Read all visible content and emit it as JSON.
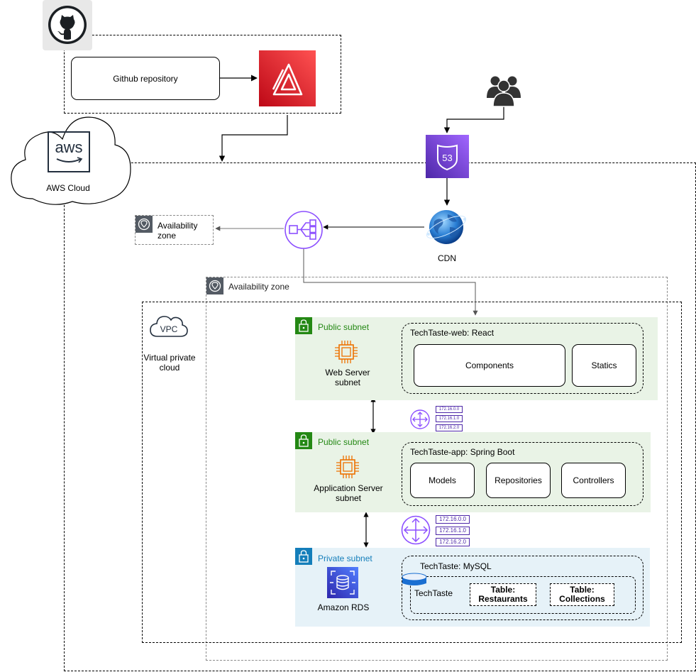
{
  "github": {
    "repo_label": "Github repository"
  },
  "aws": {
    "cloud_label": "AWS Cloud",
    "logo_text": "aws"
  },
  "route53": {
    "badge": "53"
  },
  "cdn": {
    "label": "CDN"
  },
  "az_small": {
    "label": "Availability zone"
  },
  "az_main": {
    "label": "Availability zone"
  },
  "vpc": {
    "icon_text": "VPC",
    "label": "Virtual private cloud"
  },
  "web": {
    "subnet_label": "Public subnet",
    "server_label": "Web Server subnet",
    "app_title": "TechTaste-web: React",
    "components": "Components",
    "statics": "Statics"
  },
  "app": {
    "subnet_label": "Public subnet",
    "server_label": "Application Server subnet",
    "app_title": "TechTaste-app: Spring Boot",
    "models": "Models",
    "repositories": "Repositories",
    "controllers": "Controllers"
  },
  "db": {
    "subnet_label": "Private subnet",
    "server_label": "Amazon RDS",
    "app_title": "TechTaste: MySQL",
    "schema": "TechTaste",
    "table1": "Table: Restaurants",
    "table2": "Table: Collections"
  },
  "route_tables": {
    "upper": [
      "172.16.0.0",
      "172.16.1.0",
      "172.16.2.0"
    ],
    "lower": [
      "172.16.0.0",
      "172.16.1.0",
      "172.16.2.0"
    ]
  },
  "colors": {
    "amplify": "#dd344c",
    "route53": "#8c4fff",
    "subnet_green": "#248814",
    "subnet_blue": "#147eba",
    "ec2": "#ed7100",
    "rds": "#3b48cc"
  }
}
